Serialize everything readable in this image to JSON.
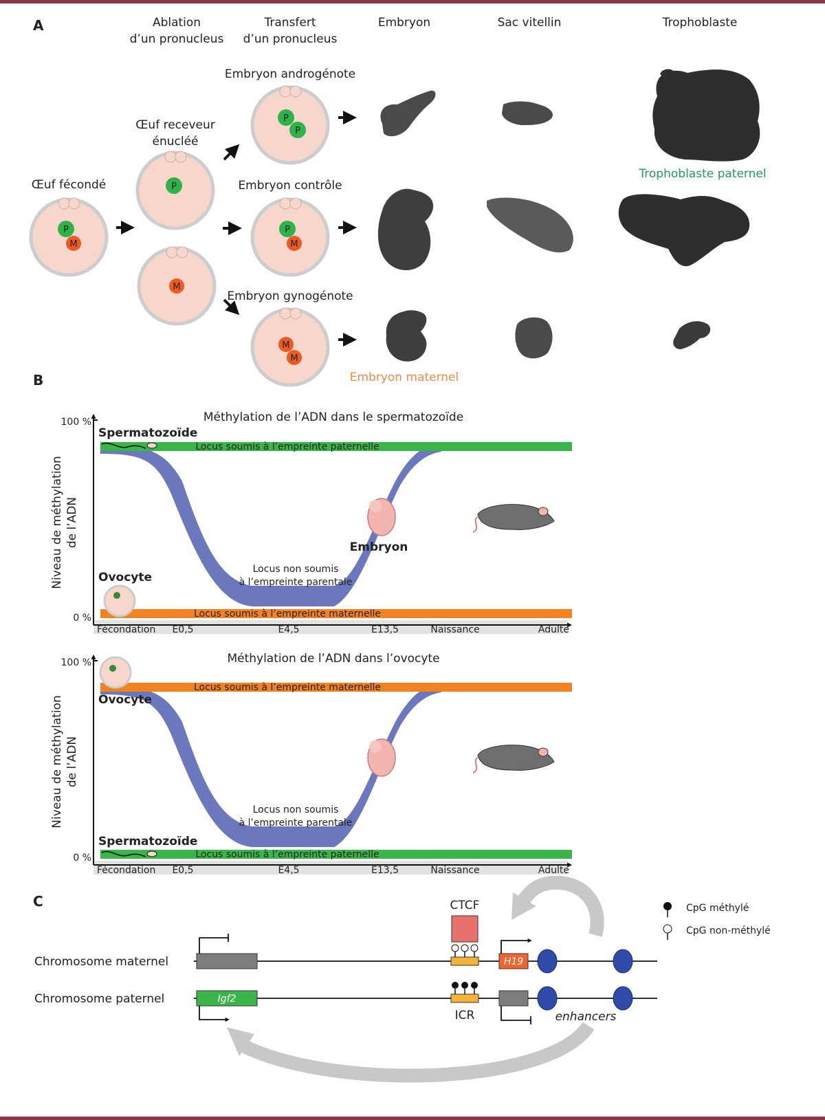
{
  "colors": {
    "frame": "#8a3848",
    "egg_fill": "#f7d6cc",
    "egg_ring": "#cdcdcd",
    "pronucleus_P": "#2fb24a",
    "pronucleus_M": "#ee5a24",
    "green_band": "#3ab54a",
    "orange_band": "#f58220",
    "blue_band": "#6b78be",
    "gene_grey": "#7d7d7d",
    "h19": "#f0642f",
    "ctcf": "#e8716e",
    "icr": "#f4b43a",
    "enhancer": "#2f4aa8",
    "arrow_grey": "#c8c8c8"
  },
  "panelA": {
    "label": "A",
    "headers": {
      "ablation": [
        "Ablation",
        "d’un pronucleus"
      ],
      "transfert": [
        "Transfert",
        "d’un pronucleus"
      ],
      "embryon": "Embryon",
      "sac": "Sac vitellin",
      "tropho": "Trophoblaste"
    },
    "oeuf_feconde": "Œuf fécondé",
    "oeuf_receveur": [
      "Œuf receveur",
      "énucléé"
    ],
    "androgenote": "Embryon androgénote",
    "controle": "Embryon contrôle",
    "gynogenote": "Embryon gynogénote",
    "tropho_paternel": "Trophoblaste paternel",
    "embryon_maternel": "Embryon maternel",
    "P": "P",
    "M": "M"
  },
  "panelB": {
    "label": "B",
    "y_axis": [
      "Niveau de méthylation",
      "de l’ADN"
    ],
    "y_100": "100 %",
    "y_0": "0 %",
    "x_ticks": [
      "Fécondation",
      "E0,5",
      "E4,5",
      "E13,5",
      "Naissance",
      "Adulte"
    ],
    "chart1": {
      "title": "Méthylation de l’ADN dans le spermatozoïde",
      "top_band": "Locus soumis à l’empreinte paternelle",
      "bottom_band": "Locus soumis à l’empreinte maternelle",
      "top_cell": "Spermatozoïde",
      "bottom_cell": "Ovocyte",
      "embryo": "Embryon",
      "mid_label": [
        "Locus non soumis",
        "à l’empreinte parentale"
      ]
    },
    "chart2": {
      "title": "Méthylation de l’ADN dans l’ovocyte",
      "top_band": "Locus soumis à l’empreinte maternelle",
      "bottom_band": "Locus soumis à l’empreinte paternelle",
      "top_cell": "Ovocyte",
      "bottom_cell": "Spermatozoïde",
      "mid_label": [
        "Locus non soumis",
        "à l’empreinte parentale"
      ]
    }
  },
  "panelC": {
    "label": "C",
    "maternel": "Chromosome maternel",
    "paternel": "Chromosome paternel",
    "ctcf": "CTCF",
    "h19": "H19",
    "igf2": "Igf2",
    "icr": "ICR",
    "enhancers": "enhancers",
    "legend_meth": "CpG méthylé",
    "legend_unmeth": "CpG non-méthylé"
  }
}
